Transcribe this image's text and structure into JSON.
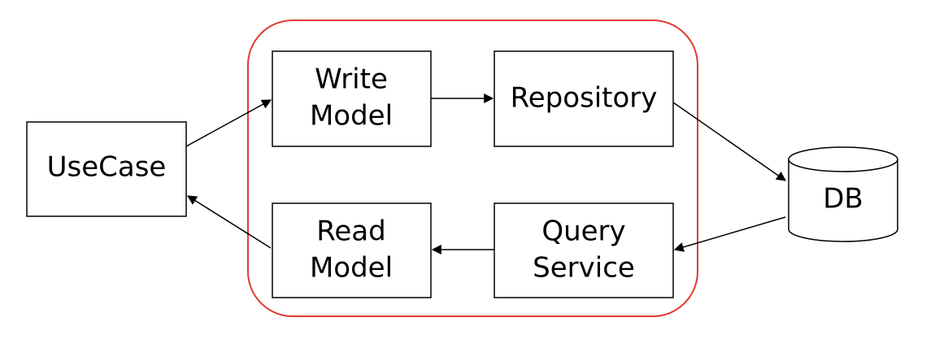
{
  "colors": {
    "boundary": "#e03c31",
    "stroke": "#000000",
    "fill": "#ffffff"
  },
  "nodes": {
    "usecase": {
      "label": "UseCase"
    },
    "write_model": {
      "line1": "Write",
      "line2": "Model"
    },
    "repository": {
      "label": "Repository"
    },
    "read_model": {
      "line1": "Read",
      "line2": "Model"
    },
    "query_service": {
      "line1": "Query",
      "line2": "Service"
    },
    "db": {
      "label": "DB"
    }
  },
  "edges": [
    {
      "from": "UseCase",
      "to": "Write Model"
    },
    {
      "from": "Write Model",
      "to": "Repository"
    },
    {
      "from": "Repository",
      "to": "DB"
    },
    {
      "from": "DB",
      "to": "Query Service"
    },
    {
      "from": "Query Service",
      "to": "Read Model"
    },
    {
      "from": "Read Model",
      "to": "UseCase"
    }
  ]
}
